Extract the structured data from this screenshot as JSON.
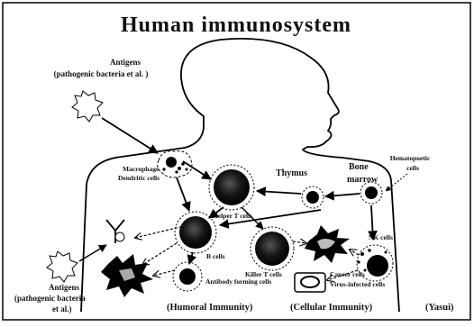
{
  "title": "Human immunosystem",
  "labels": {
    "antigens_top": "Antigens",
    "antigens_top_sub": "(pathogenic bacteria et al. )",
    "macrophage": "Macrophage",
    "dendritic": "Dendritic cells",
    "helper_t": "Helper T cells",
    "thymus": "Thymus",
    "bone": "Bone",
    "marrow": "marrow",
    "hemato_1": "Hematopoetic",
    "hemato_2": "cells",
    "nk": "NK cells",
    "b_cells": "B cells",
    "killer_t": "Killer T cells",
    "antibody": "Antibody forming cells",
    "cancer_1": "Cancer cells",
    "cancer_2": "Virus-infected cells",
    "antigens_bottom": "Antigens",
    "antigens_bottom_sub1": "(pathogenic bacteria",
    "antigens_bottom_sub2": "et al.)"
  },
  "footer": {
    "humoral": "(Humoral Immunity)",
    "cellular": "(Cellular Immunity)",
    "credit": "(Yasui)"
  }
}
